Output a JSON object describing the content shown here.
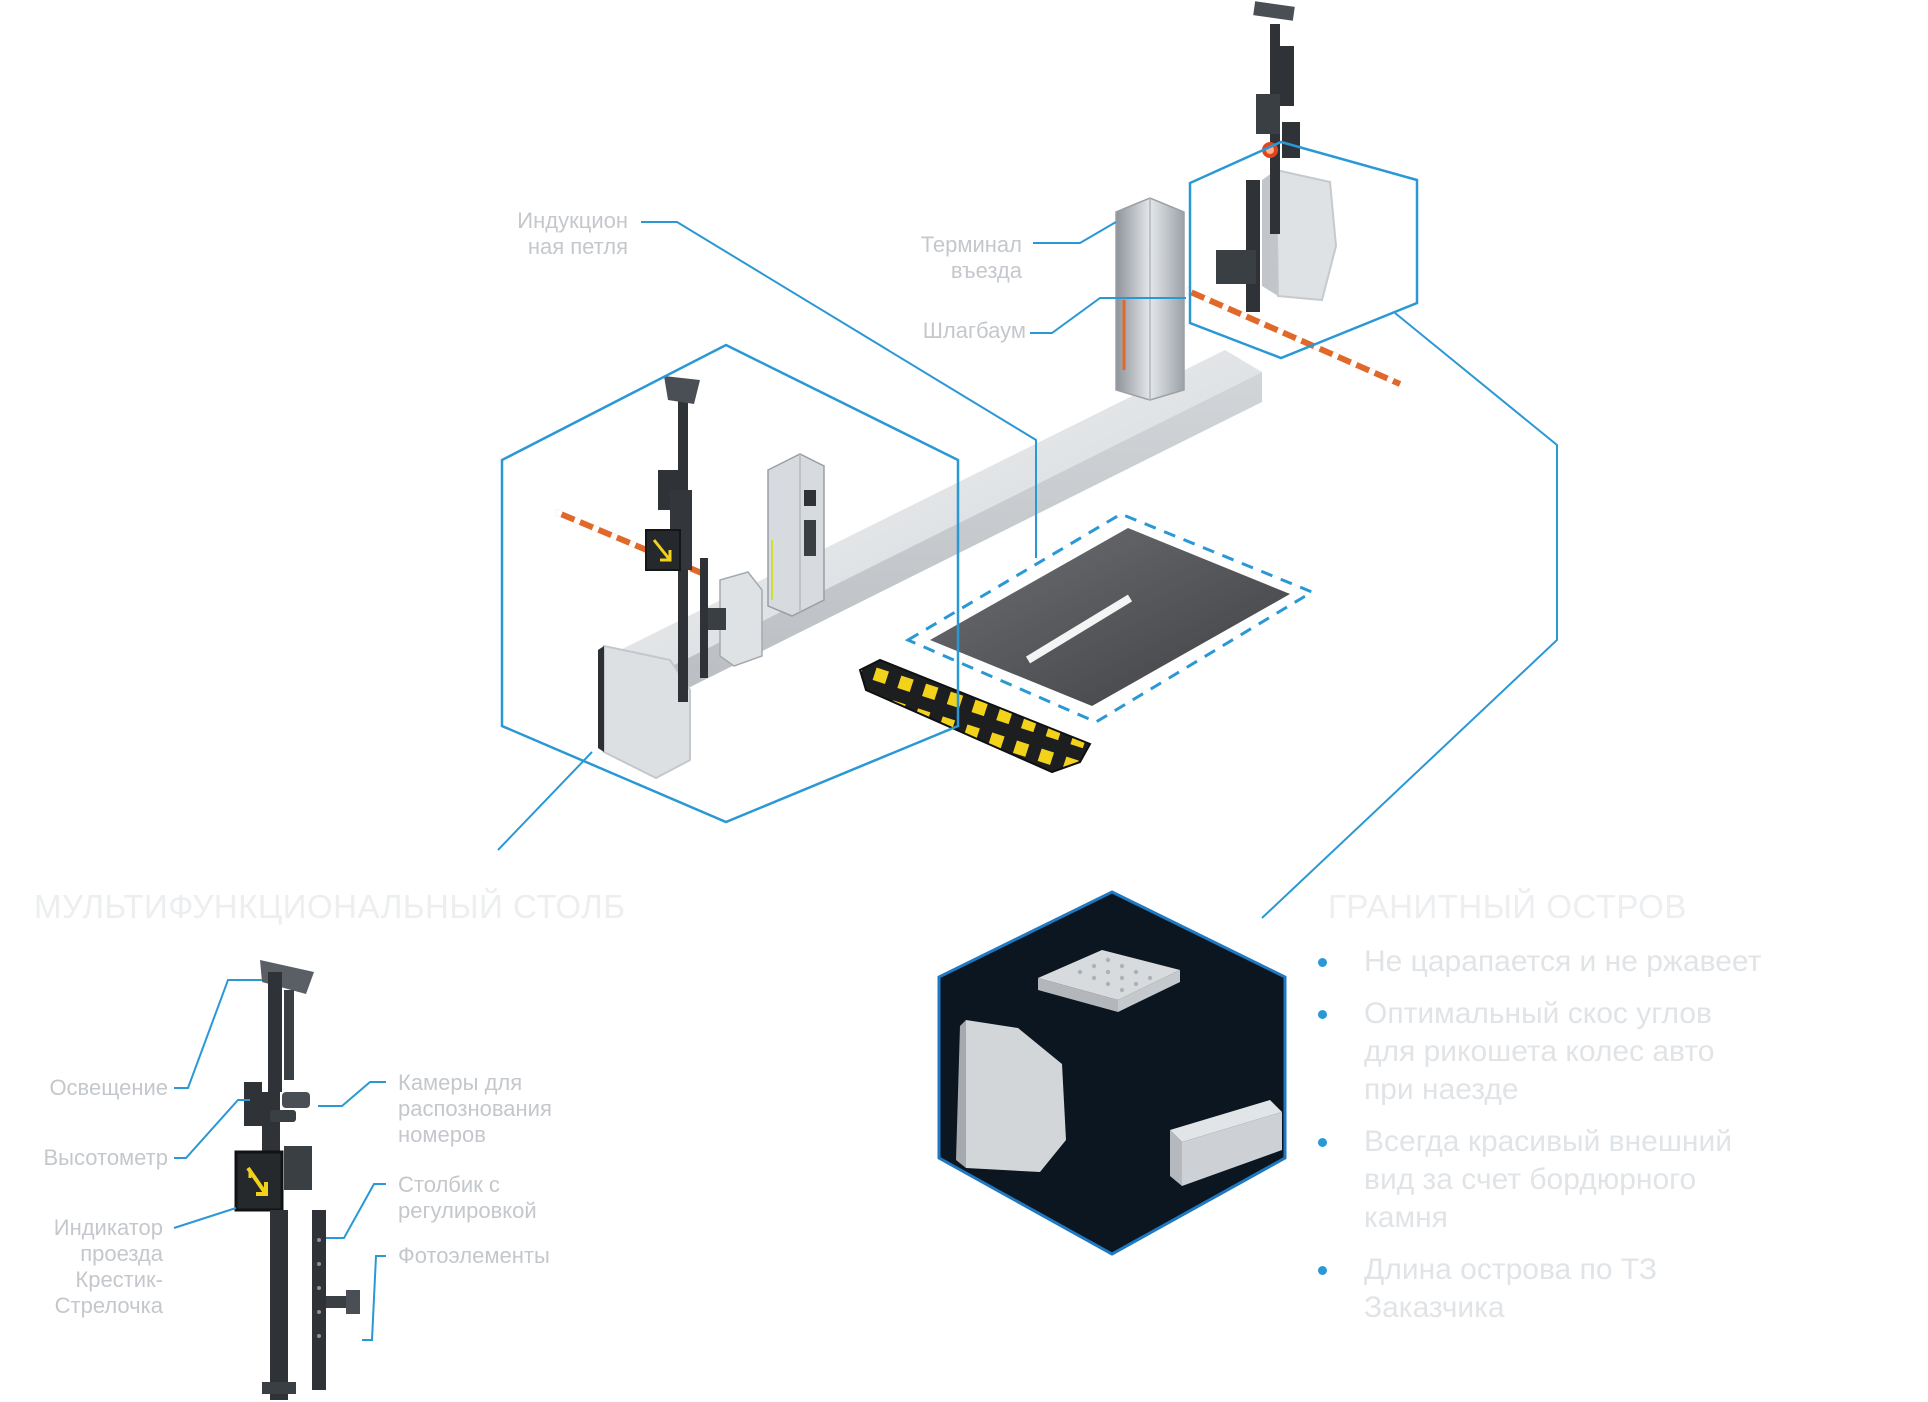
{
  "scene": {
    "callouts": {
      "induction_loop": "Индукцион\nная петля",
      "entry_terminal": "Терминал\nвъезда",
      "barrier": "Шлагбаум"
    }
  },
  "pole_section": {
    "title": "МУЛЬТИФУНКЦИОНАЛЬНЫЙ СТОЛБ",
    "labels": {
      "lighting": "Освещение",
      "height_meter": "Высотометр",
      "indicator": "Индикатор\nпроезда\nКрестик-\nСтрелочка",
      "cameras": "Камеры для\nраспознования\nномеров",
      "adjustable_post": "Столбик с\nрегулировкой",
      "photocells": "Фотоэлементы"
    }
  },
  "island_section": {
    "title": "ГРАНИТНЫЙ ОСТРОВ",
    "bullets": [
      "Не царапается и не ржавеет",
      "Оптимальный скос углов\nдля рикошета колес авто\nпри наезде",
      "Всегда красивый внешний\nвид за счет бордюрного\nкамня",
      "Длина острова по ТЗ\nЗаказчика"
    ]
  },
  "colors": {
    "accent_line": "#2b98d6",
    "barrier_arm": "#e0692a",
    "speed_bump_yellow": "#f2d21a",
    "granite": "#dcdfe2",
    "metal_dark": "#2f3338",
    "detail_background": "#0b1620"
  }
}
